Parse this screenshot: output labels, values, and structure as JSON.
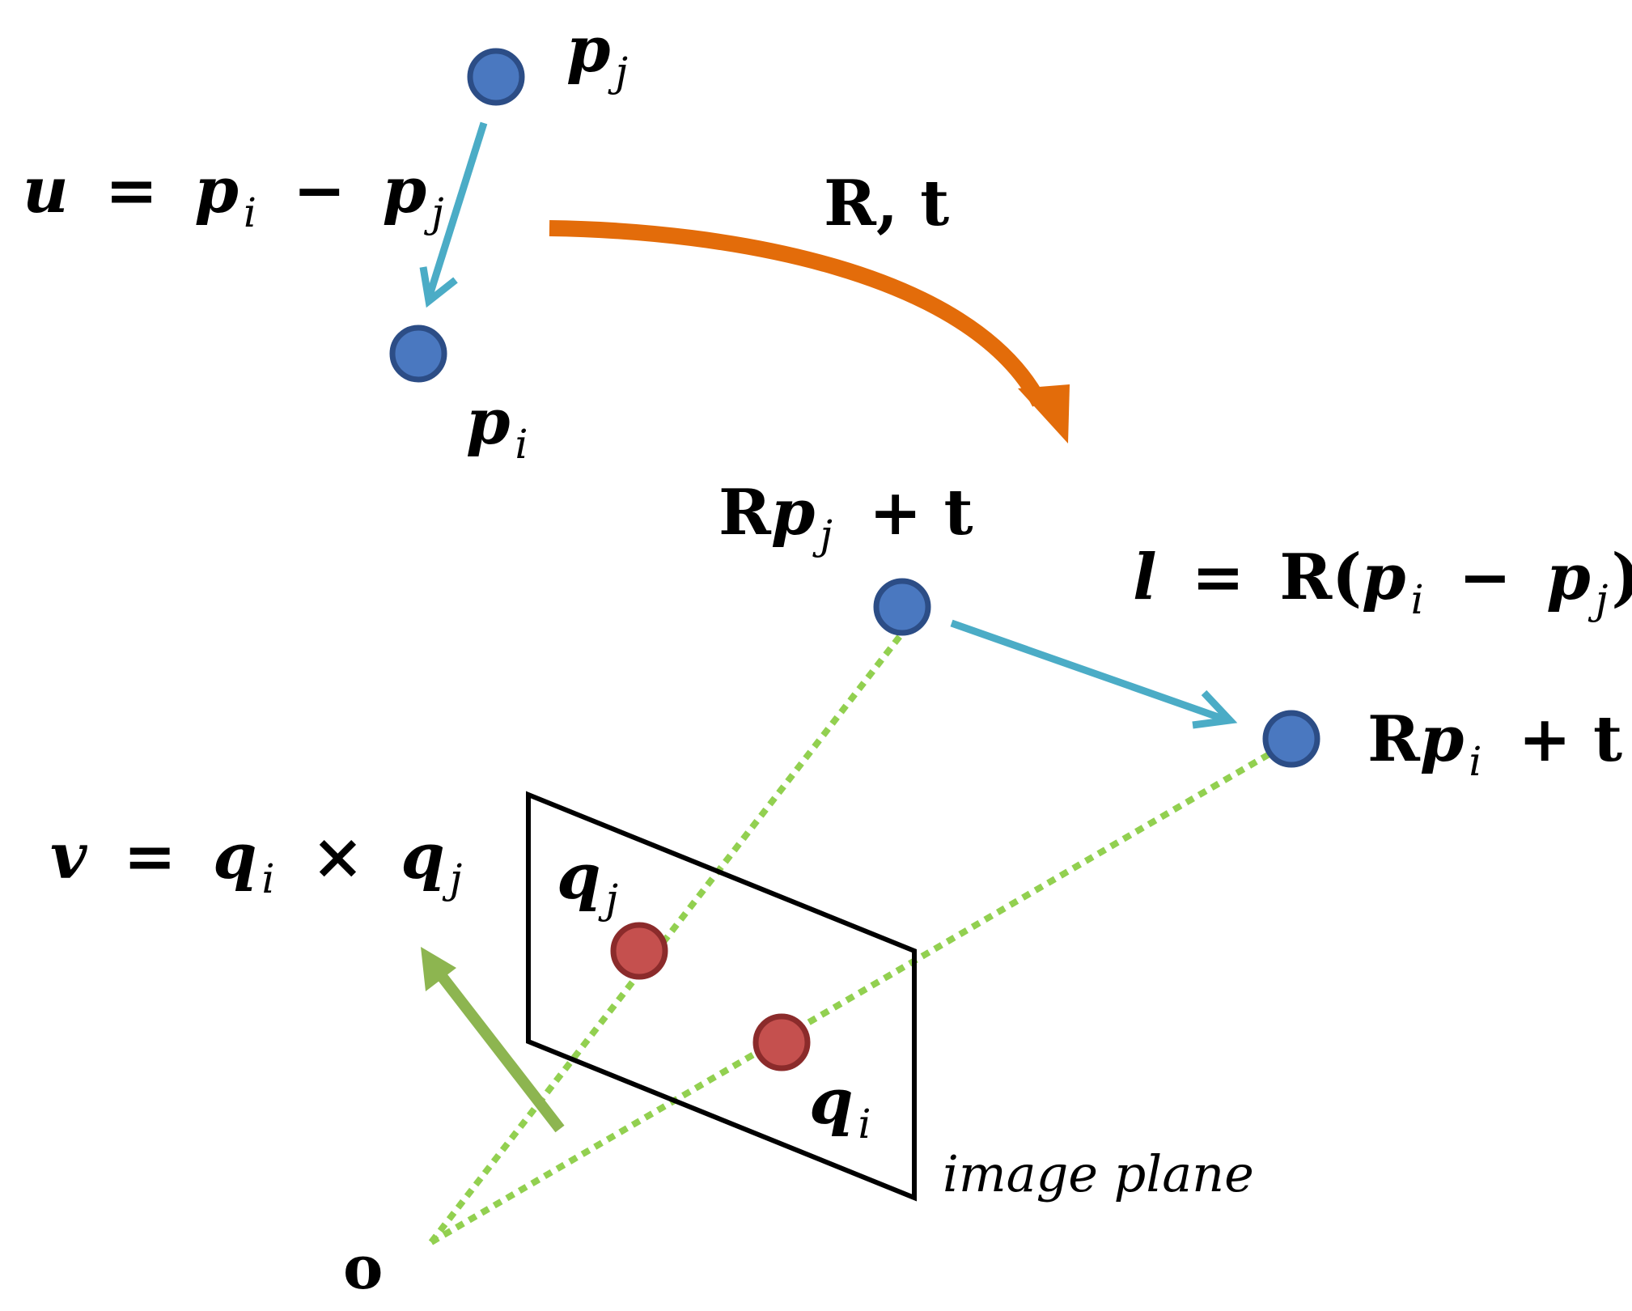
{
  "labels": {
    "p_j": {
      "var": "p",
      "sub": "j"
    },
    "p_i": {
      "var": "p",
      "sub": "i"
    },
    "u_eq": {
      "lhs": "u",
      "eq": "=",
      "a": "p",
      "a_sub": "i",
      "op": "−",
      "b": "p",
      "b_sub": "j"
    },
    "rt": "R, t",
    "rpj": {
      "r": "R",
      "var": "p",
      "sub": "j",
      "tail": "+ t"
    },
    "l_eq": {
      "lhs": "l",
      "eq": "=",
      "r": "R(",
      "a": "p",
      "a_sub": "i",
      "op": "−",
      "b": "p",
      "b_sub": "j",
      "close": ")"
    },
    "rpi": {
      "r": "R",
      "var": "p",
      "sub": "i",
      "tail": "+ t"
    },
    "v_eq": {
      "lhs": "v",
      "eq": "=",
      "a": "q",
      "a_sub": "i",
      "op": "×",
      "b": "q",
      "b_sub": "j"
    },
    "q_j": {
      "var": "q",
      "sub": "j"
    },
    "q_i": {
      "var": "q",
      "sub": "i"
    },
    "origin": "o",
    "image_plane": "image plane"
  },
  "colors": {
    "point_blue": "#4a78c0",
    "point_blue_stroke": "#2c4d86",
    "point_red": "#c5504e",
    "point_red_stroke": "#8b2b2b",
    "arrow_cyan": "#4bacc6",
    "arrow_orange": "#e36c0a",
    "arrow_green": "#8db550",
    "ray_green": "#92d050",
    "plane_black": "#000000"
  }
}
